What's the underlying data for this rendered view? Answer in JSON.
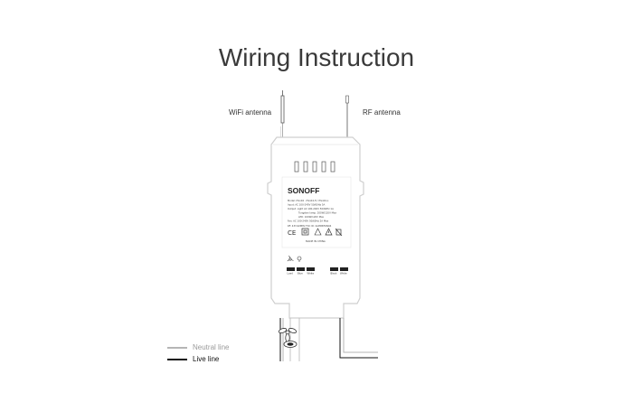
{
  "title": "Wiring Instruction",
  "antennas": {
    "wifi": "WiFi antenna",
    "rf": "RF antenna"
  },
  "device": {
    "brand": "SONOFF",
    "spec_lines": [
      "Model: iFan04 · iFan04-H / iFan04-L",
      "Input: AC 100-240V 50/60Hz 5A",
      "Output: Light AC 100-240V 50/60Hz 1A",
      "Tungsten lamp: 200W/120V Max",
      "LED: 100W/120V Max",
      "Fan: AC 100-240V 50/60Hz 2A Max",
      "RF: 433.92MHz          FCC ID: 2APN5IFAN04"
    ],
    "made_in": "MADE IN CHINA",
    "terminals_left": [
      "Load",
      "Blue",
      "White"
    ],
    "terminals_right": [
      "Black",
      "White"
    ]
  },
  "legend": {
    "neutral_label": "Neutral line",
    "live_label": "Live line",
    "neutral_color": "#b5b5b5",
    "live_color": "#111111"
  }
}
